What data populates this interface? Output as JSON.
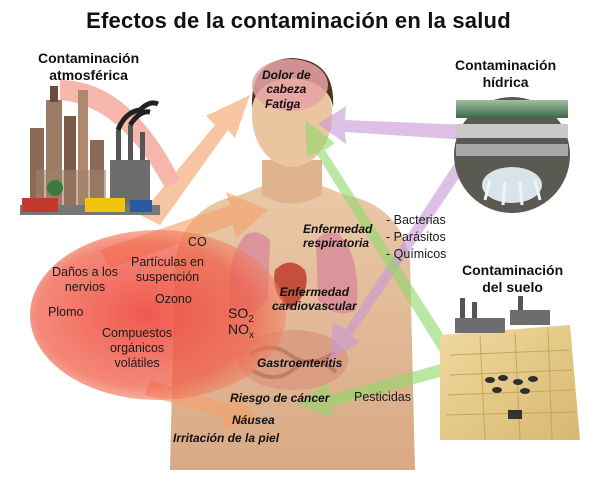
{
  "title": "Efectos de la contaminación en la salud",
  "sources": {
    "air": "Contaminación\natmosférica",
    "water": "Contaminación\nhídrica",
    "soil": "Contaminación\ndel suelo"
  },
  "effects": {
    "headache": "Dolor de\ncabeza",
    "fatigue": "Fatiga",
    "respiratory": "Enfermedad\nrespiratoria",
    "cardiovascular": "Enfermedad\ncardiovascular",
    "gastroenteritis": "Gastroenteritis",
    "cancer": "Riesgo de cáncer",
    "nausea": "Náusea",
    "skin": "Irritación de la piel"
  },
  "air_pollutants": {
    "co": "CO",
    "particles": "Partículas en\nsuspención",
    "nerves": "Daños a los\nnervios",
    "ozone": "Ozono",
    "lead": "Plomo",
    "vocs": "Compuestos\norgánicos\nvolátiles",
    "so2_base": "SO",
    "so2_sub": "2",
    "nox_base": "NO",
    "nox_sub": "x"
  },
  "water_pollutants": {
    "bacteria": "- Bacterias",
    "parasites": "- Parásitos",
    "chemicals": "- Químicos"
  },
  "soil_pollutants": {
    "pesticides": "Pesticidas"
  },
  "colors": {
    "air_arrow": "#f08a5d",
    "air_blob": "#ee3b3b",
    "water_arrow": "#c79ad6",
    "soil_arrow": "#8fd86a",
    "skin": "#e9c6a4",
    "hair": "#4a3424"
  }
}
